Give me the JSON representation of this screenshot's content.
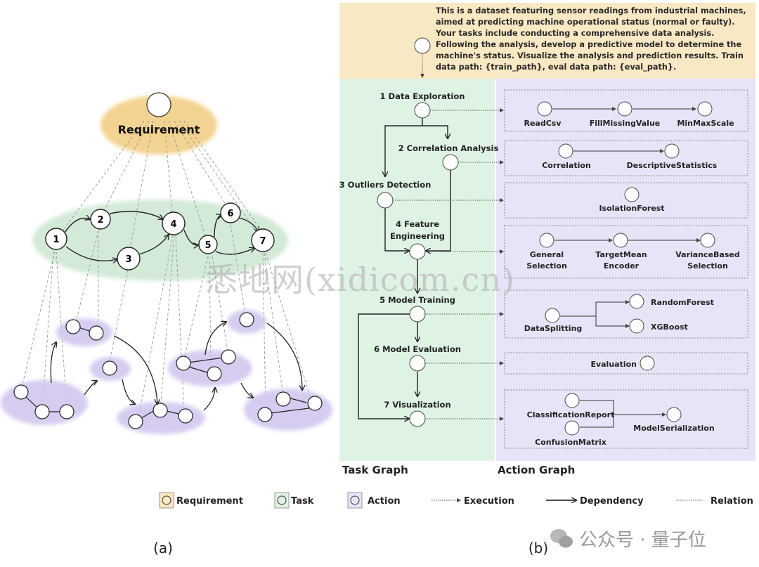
{
  "requirement": {
    "label": "Requirement",
    "text": "This is a dataset featuring sensor readings from industrial machines, aimed at predicting machine operational status (normal or faulty). Your tasks include conducting a comprehensive data analysis. Following the analysis, develop a predictive model to determine the machine's status. Visualize the analysis and prediction results. Train data path: {train_path}, eval data path: {eval_path}."
  },
  "panel_a": {
    "label": "(a)",
    "task_nodes": [
      "1",
      "2",
      "3",
      "4",
      "5",
      "6",
      "7"
    ],
    "task_edges": [
      [
        "1",
        "2"
      ],
      [
        "1",
        "3"
      ],
      [
        "2",
        "4"
      ],
      [
        "3",
        "4"
      ],
      [
        "4",
        "5"
      ],
      [
        "5",
        "6"
      ],
      [
        "5",
        "7"
      ],
      [
        "6",
        "7"
      ]
    ]
  },
  "panel_b": {
    "label": "(b)",
    "task_graph_title": "Task Graph",
    "action_graph_title": "Action Graph",
    "tasks": [
      {
        "label": "1 Data Exploration"
      },
      {
        "label": "2 Correlation Analysis"
      },
      {
        "label": "3 Outliers Detection"
      },
      {
        "label": "4 Feature",
        "label2": "Engineering"
      },
      {
        "label": "5 Model Training"
      },
      {
        "label": "6 Model Evaluation"
      },
      {
        "label": "7 Visualization"
      }
    ],
    "actions": {
      "g1": [
        "ReadCsv",
        "FillMissingValue",
        "MinMaxScale"
      ],
      "g2": [
        "Correlation",
        "DescriptiveStatistics"
      ],
      "g3": [
        "IsolationForest"
      ],
      "g4": [
        [
          "General",
          "Selection"
        ],
        [
          "TargetMean",
          "Encoder"
        ],
        [
          "VarianceBased",
          "Selection"
        ]
      ],
      "g5": [
        "DataSplitting",
        "RandomForest",
        "XGBoost"
      ],
      "g6": [
        "Evaluation"
      ],
      "g7": [
        "ClassificationReport",
        "ConfusionMatrix",
        "ModelSerialization"
      ]
    }
  },
  "legend": {
    "requirement": "Requirement",
    "task": "Task",
    "action": "Action",
    "execution": "Execution",
    "dependency": "Dependency",
    "relation": "Relation"
  },
  "colors": {
    "requirement": "#f7e6bf",
    "task": "#dff3e4",
    "action": "#e8e4f8",
    "req_ellipse": "#f2cf86",
    "task_ellipse": "#cfe8d4",
    "action_ellipse": "#cfc4ee"
  },
  "watermark": "悉地网(xidicom.cn)",
  "wechat_label": "公众号 · 量子位"
}
